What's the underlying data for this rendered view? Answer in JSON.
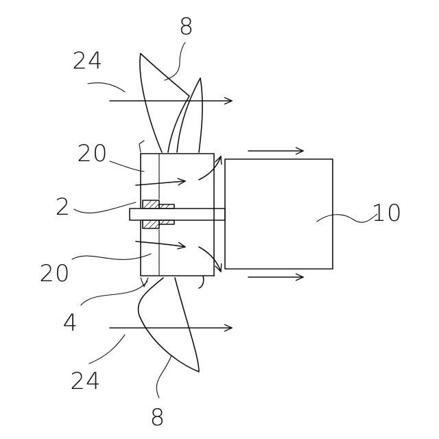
{
  "figure": {
    "labels": {
      "blade_top": "8",
      "blade_bottom": "8",
      "flow_top": "24",
      "flow_bottom": "24",
      "hub_top": "20",
      "hub_bottom": "20",
      "shaft": "2",
      "hub_body": "4",
      "motor": "10"
    },
    "colors": {
      "line": "#111111",
      "background": "#ffffff"
    }
  }
}
